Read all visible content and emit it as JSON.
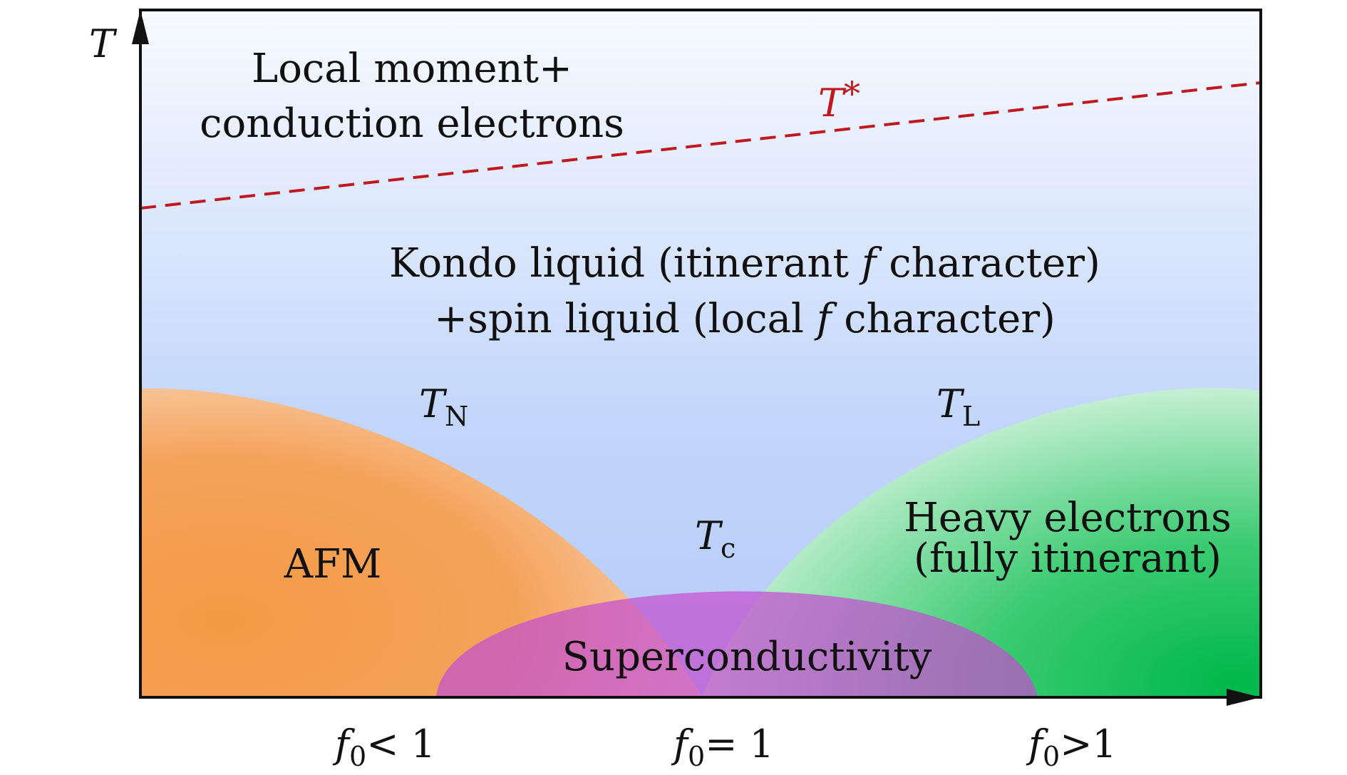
{
  "axes": {
    "y_label": "T"
  },
  "regions": {
    "local_moment": {
      "line1": "Local moment+",
      "line2": "conduction electrons"
    },
    "kondo": {
      "line1_a": "Kondo liquid (itinerant ",
      "line1_f": "f",
      "line1_b": " character)",
      "line2_a": "+spin liquid (local ",
      "line2_f": "f",
      "line2_b": " character)"
    },
    "afm": "AFM",
    "heavy": {
      "line1": "Heavy electrons",
      "line2": "(fully itinerant)"
    },
    "superconductivity": "Superconductivity"
  },
  "lines": {
    "t_star": {
      "main": "T",
      "sup": "*"
    },
    "t_n": {
      "main": "T",
      "sub": "N"
    },
    "t_l": {
      "main": "T",
      "sub": "L"
    },
    "t_c": {
      "main": "T",
      "sub": "c"
    }
  },
  "x_ticks": [
    {
      "f": "f",
      "sub": "0",
      "rel": "< 1"
    },
    {
      "f": "f",
      "sub": "0",
      "rel": "= 1"
    },
    {
      "f": "f",
      "sub": "0",
      "rel": ">1"
    }
  ],
  "colors": {
    "t_star_line": "#c0181e",
    "afm": "#f4a04f",
    "heavy": "#1cbf5a",
    "superconductivity": "#d24fc2",
    "background_top": "#f6f9ff",
    "background_bottom": "#b7cdf8"
  }
}
